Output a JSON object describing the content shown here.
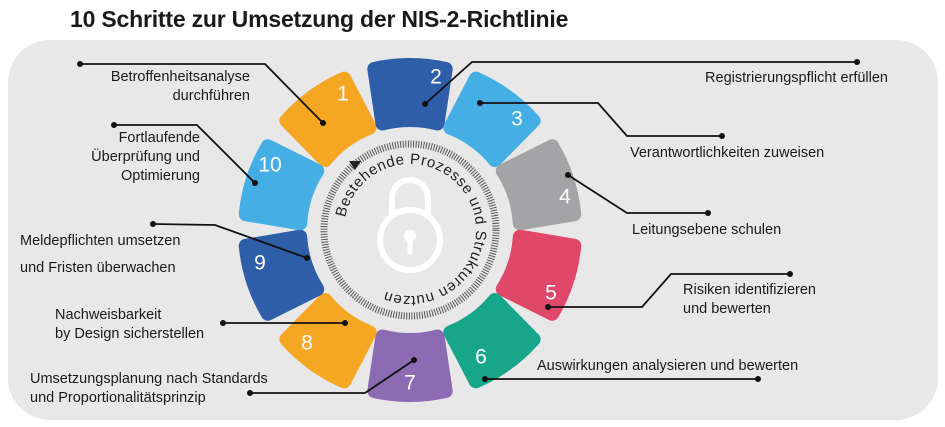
{
  "title": "10 Schritte zur Umsetzung der NIS-2-Richtlinie",
  "center": {
    "ring_text": "Bestehende Prozesse und Strukturen nutzen",
    "icon": "lock-icon",
    "color": "#ffffff"
  },
  "steps": [
    {
      "number": "1",
      "color": "#F5A623",
      "lines": [
        "Betroffenheitsanalyse",
        "durchführen"
      ]
    },
    {
      "number": "2",
      "color": "#2F5EA8",
      "lines": [
        "Registrierungspflicht erfüllen"
      ]
    },
    {
      "number": "3",
      "color": "#45AEE4",
      "lines": [
        "Verantwortlichkeiten zuweisen"
      ]
    },
    {
      "number": "4",
      "color": "#A4A4A6",
      "lines": [
        "Leitungsebene schulen"
      ]
    },
    {
      "number": "5",
      "color": "#E0486A",
      "lines": [
        "Risiken identifizieren",
        "und bewerten"
      ]
    },
    {
      "number": "6",
      "color": "#18A68A",
      "lines": [
        "Auswirkungen analysieren und bewerten"
      ]
    },
    {
      "number": "7",
      "color": "#8C6BB3",
      "lines": [
        "Umsetzungsplanung nach Standards",
        "und Proportionalitätsprinzip"
      ]
    },
    {
      "number": "8",
      "color": "#F5A623",
      "lines": [
        "Nachweisbarkeit",
        "by Design sicherstellen"
      ]
    },
    {
      "number": "9",
      "color": "#2F5EA8",
      "lines": [
        "Meldepflichten umsetzen",
        "und Fristen überwachen"
      ]
    },
    {
      "number": "10",
      "color": "#45AEE4",
      "lines": [
        "Fortlaufende",
        "Überprüfung und",
        "Optimierung"
      ]
    }
  ]
}
